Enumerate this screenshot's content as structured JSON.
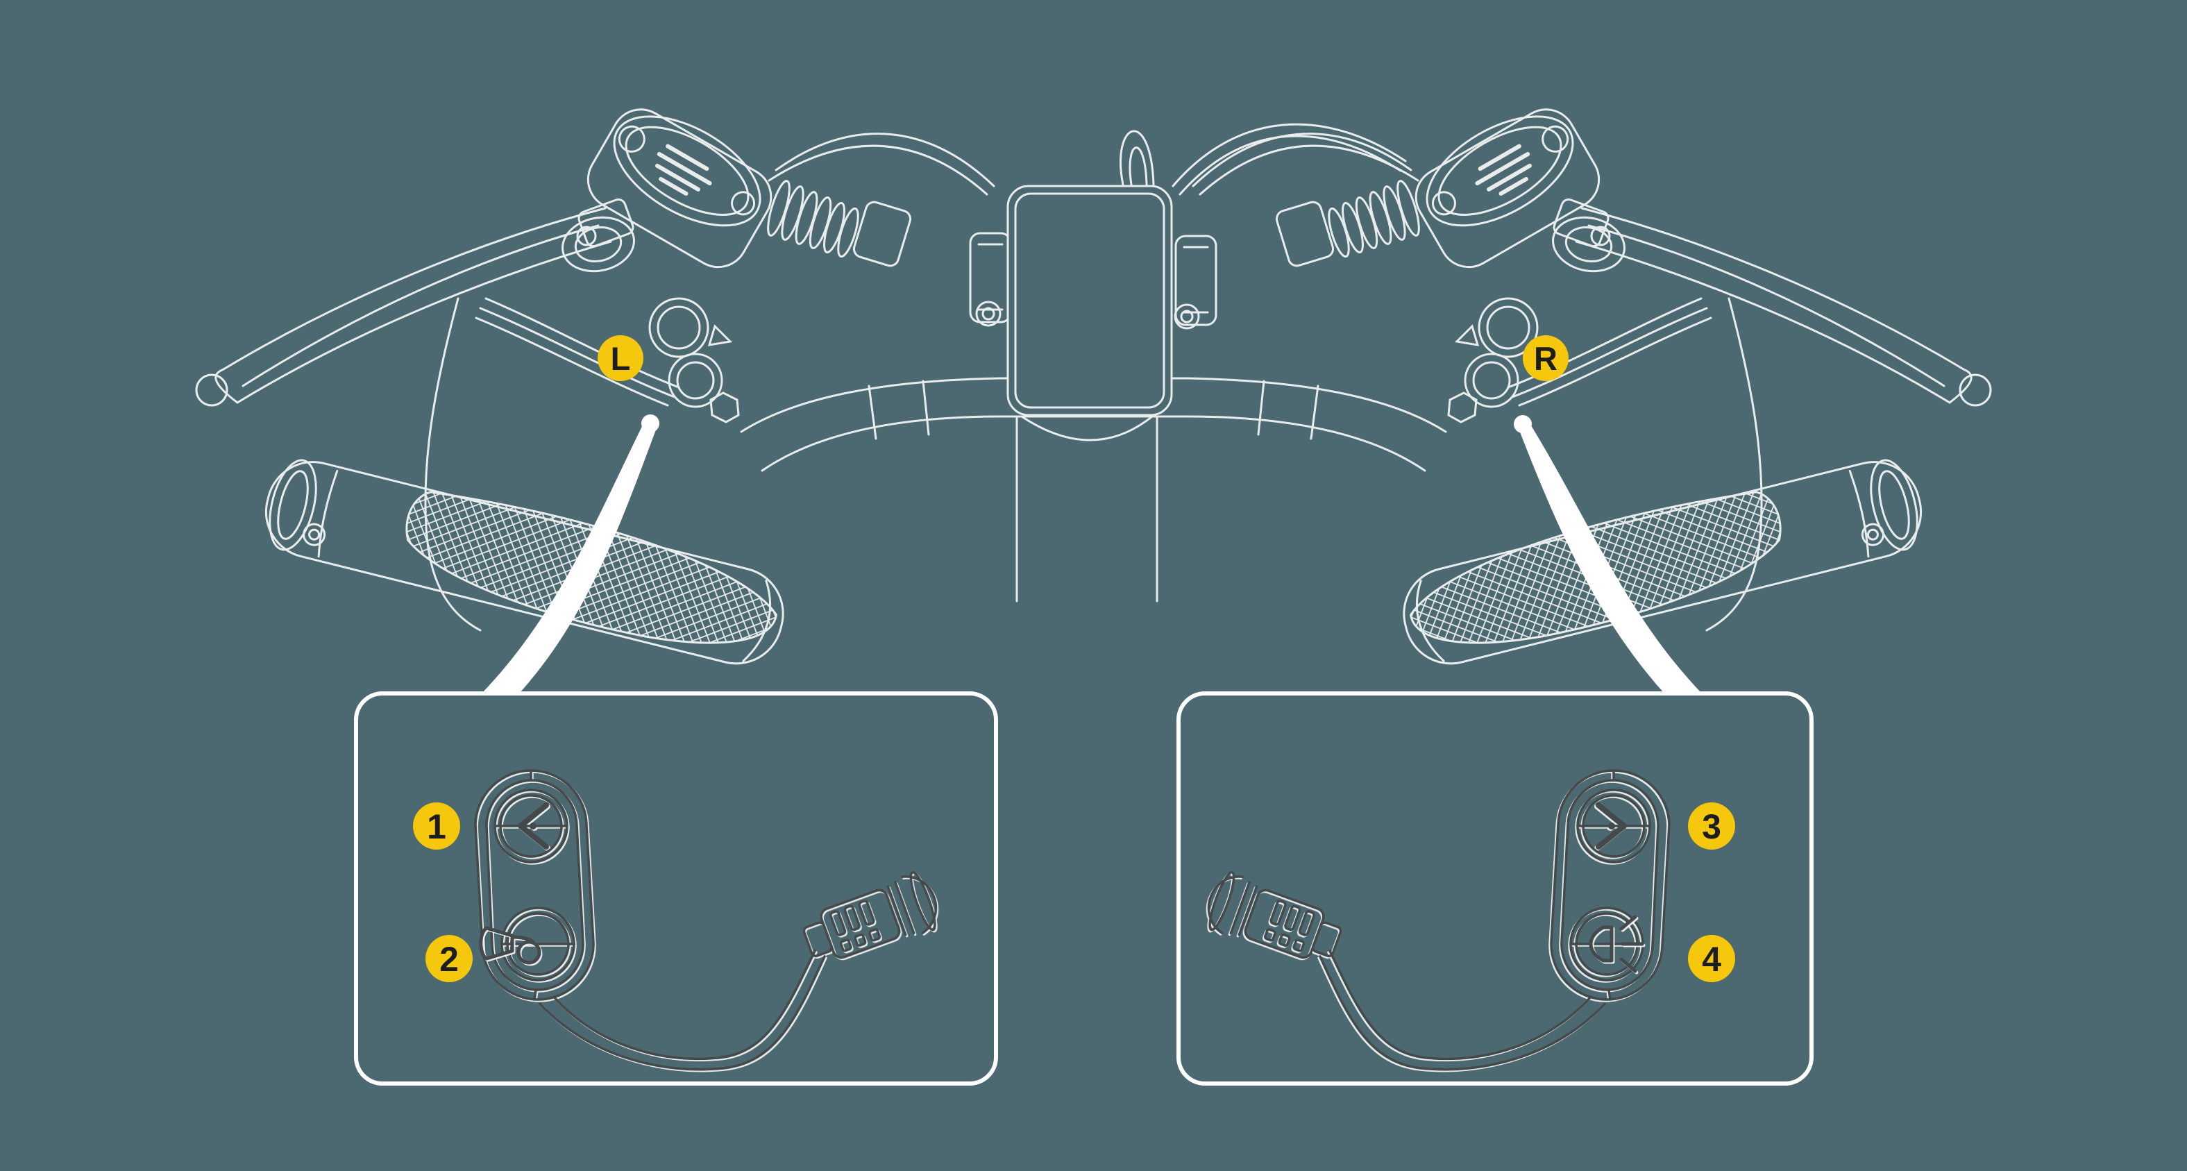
{
  "colors": {
    "background": "#4C6870",
    "line_art": "#E8ECEC",
    "callout_art_dark": "#44494B",
    "callout_border": "#FFFFFF",
    "leader_line": "#FFFFFF",
    "marker_fill": "#F6C80D",
    "marker_text": "#1C1D1E"
  },
  "handlebar_markers": {
    "left_label": "L",
    "right_label": "R"
  },
  "callouts": {
    "left_panel": {
      "items": [
        {
          "number": "1",
          "icon": "chevron-left-icon"
        },
        {
          "number": "2",
          "icon": "horn-icon"
        }
      ]
    },
    "right_panel": {
      "items": [
        {
          "number": "3",
          "icon": "chevron-right-icon"
        },
        {
          "number": "4",
          "icon": "headlight-icon"
        }
      ]
    }
  }
}
